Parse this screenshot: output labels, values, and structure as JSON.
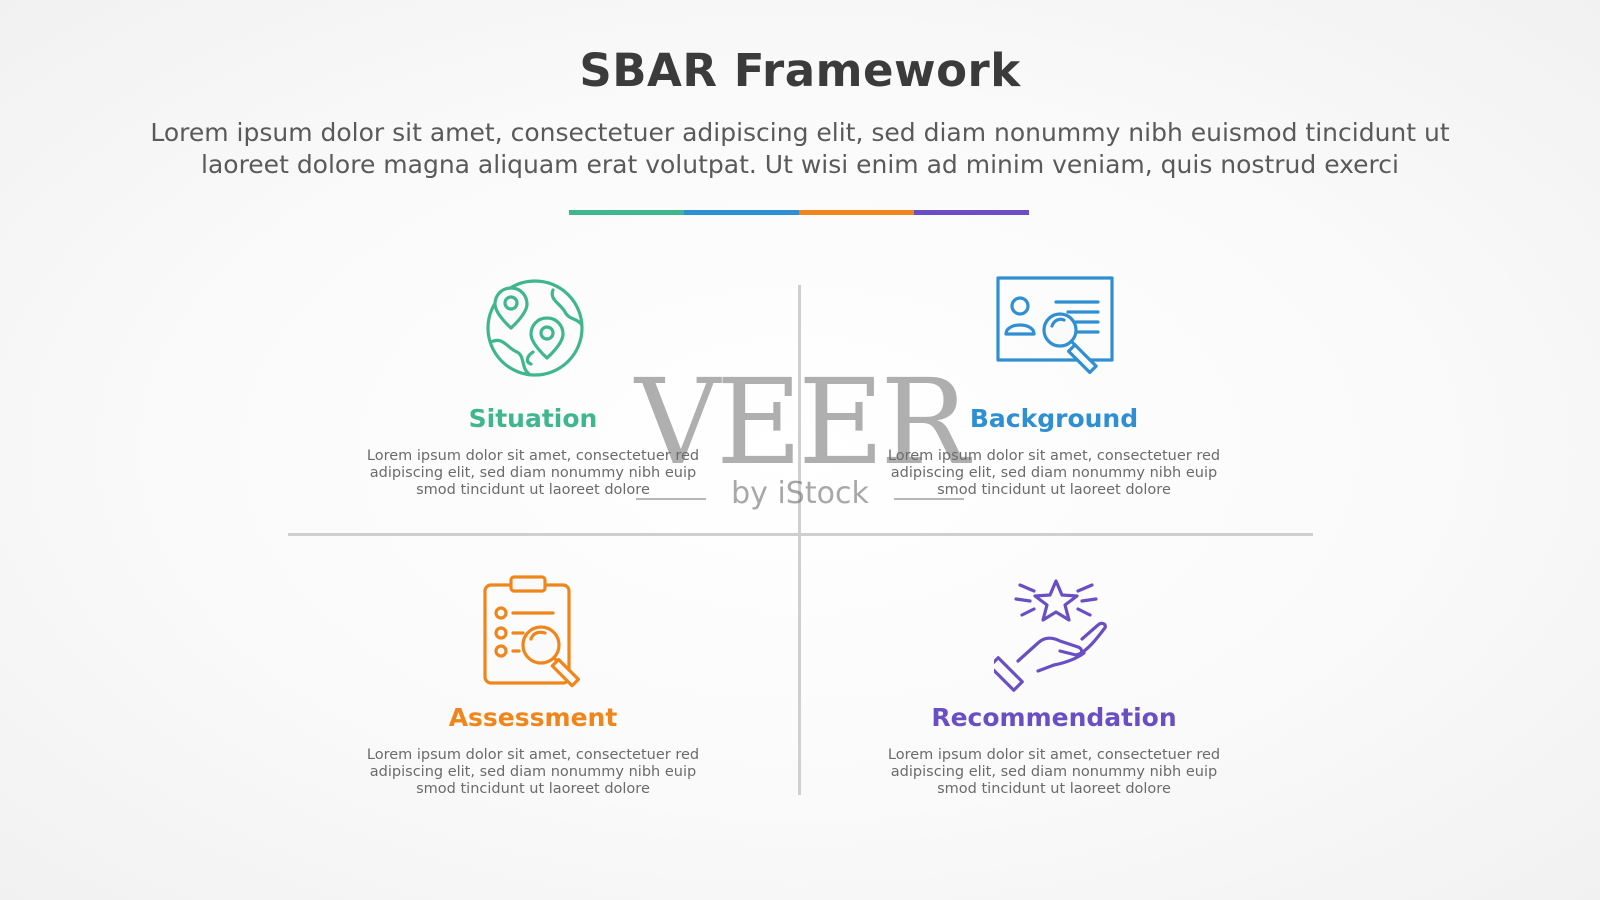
{
  "header": {
    "title": "SBAR Framework",
    "subtitle_lines": [
      "Lorem ipsum dolor sit amet, consectetuer adipiscing elit, sed diam nonummy nibh euismod tincidunt ut",
      "laoreet dolore magna aliquam erat volutpat. Ut wisi enim ad minim veniam, quis nostrud exerci"
    ]
  },
  "accent_colors": [
    "#3fb68e",
    "#2f8fd3",
    "#f0861b",
    "#6a4fc4"
  ],
  "quadrants": [
    {
      "title": "Situation",
      "color": "#3fb68e",
      "icon": "globe-location-pins-icon",
      "desc_lines": [
        "Lorem ipsum dolor sit amet, consectetuer red",
        "adipiscing elit, sed diam nonummy nibh euip",
        "smod tincidunt ut laoreet dolore"
      ]
    },
    {
      "title": "Background",
      "color": "#2f8fd3",
      "icon": "profile-card-magnifier-icon",
      "desc_lines": [
        "Lorem ipsum dolor sit amet, consectetuer red",
        "adipiscing elit, sed diam nonummy nibh euip",
        "smod tincidunt ut laoreet dolore"
      ]
    },
    {
      "title": "Assessment",
      "color": "#f0861b",
      "icon": "clipboard-magnifier-icon",
      "desc_lines": [
        "Lorem ipsum dolor sit amet, consectetuer red",
        "adipiscing elit, sed diam nonummy nibh euip",
        "smod tincidunt ut laoreet dolore"
      ]
    },
    {
      "title": "Recommendation",
      "color": "#6a4fc4",
      "icon": "hand-star-icon",
      "desc_lines": [
        "Lorem ipsum dolor sit amet, consectetuer red",
        "adipiscing elit, sed diam nonummy nibh euip",
        "smod tincidunt ut laoreet dolore"
      ]
    }
  ],
  "watermark": {
    "main": "VEER",
    "sub": "by iStock"
  }
}
